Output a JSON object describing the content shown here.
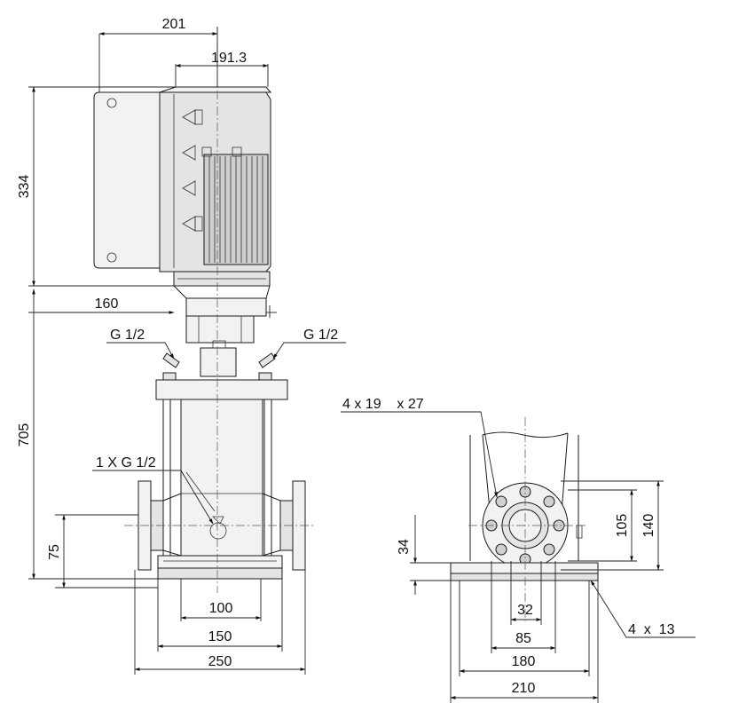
{
  "dimensions": {
    "motor_width": "201",
    "motor_offset": "191.3",
    "motor_height": "334",
    "base_to_motor_height": "705",
    "shaft_offset": "160",
    "inlet_height": "75",
    "foot_spacing_inner": "100",
    "foot_spacing": "150",
    "base_width": "250",
    "side_base_height": "34",
    "side_slot_inner": "32",
    "side_slot": "85",
    "side_holes": "180",
    "side_base_width": "210",
    "flange_bolt_circle": "105",
    "flange_outer": "140"
  },
  "labels": {
    "vent_left": "G 1/2",
    "vent_right": "G 1/2",
    "drain": "1 X G 1/2",
    "flange_holes": "4 x 19    x 27",
    "foot_holes": "4  x  13"
  }
}
